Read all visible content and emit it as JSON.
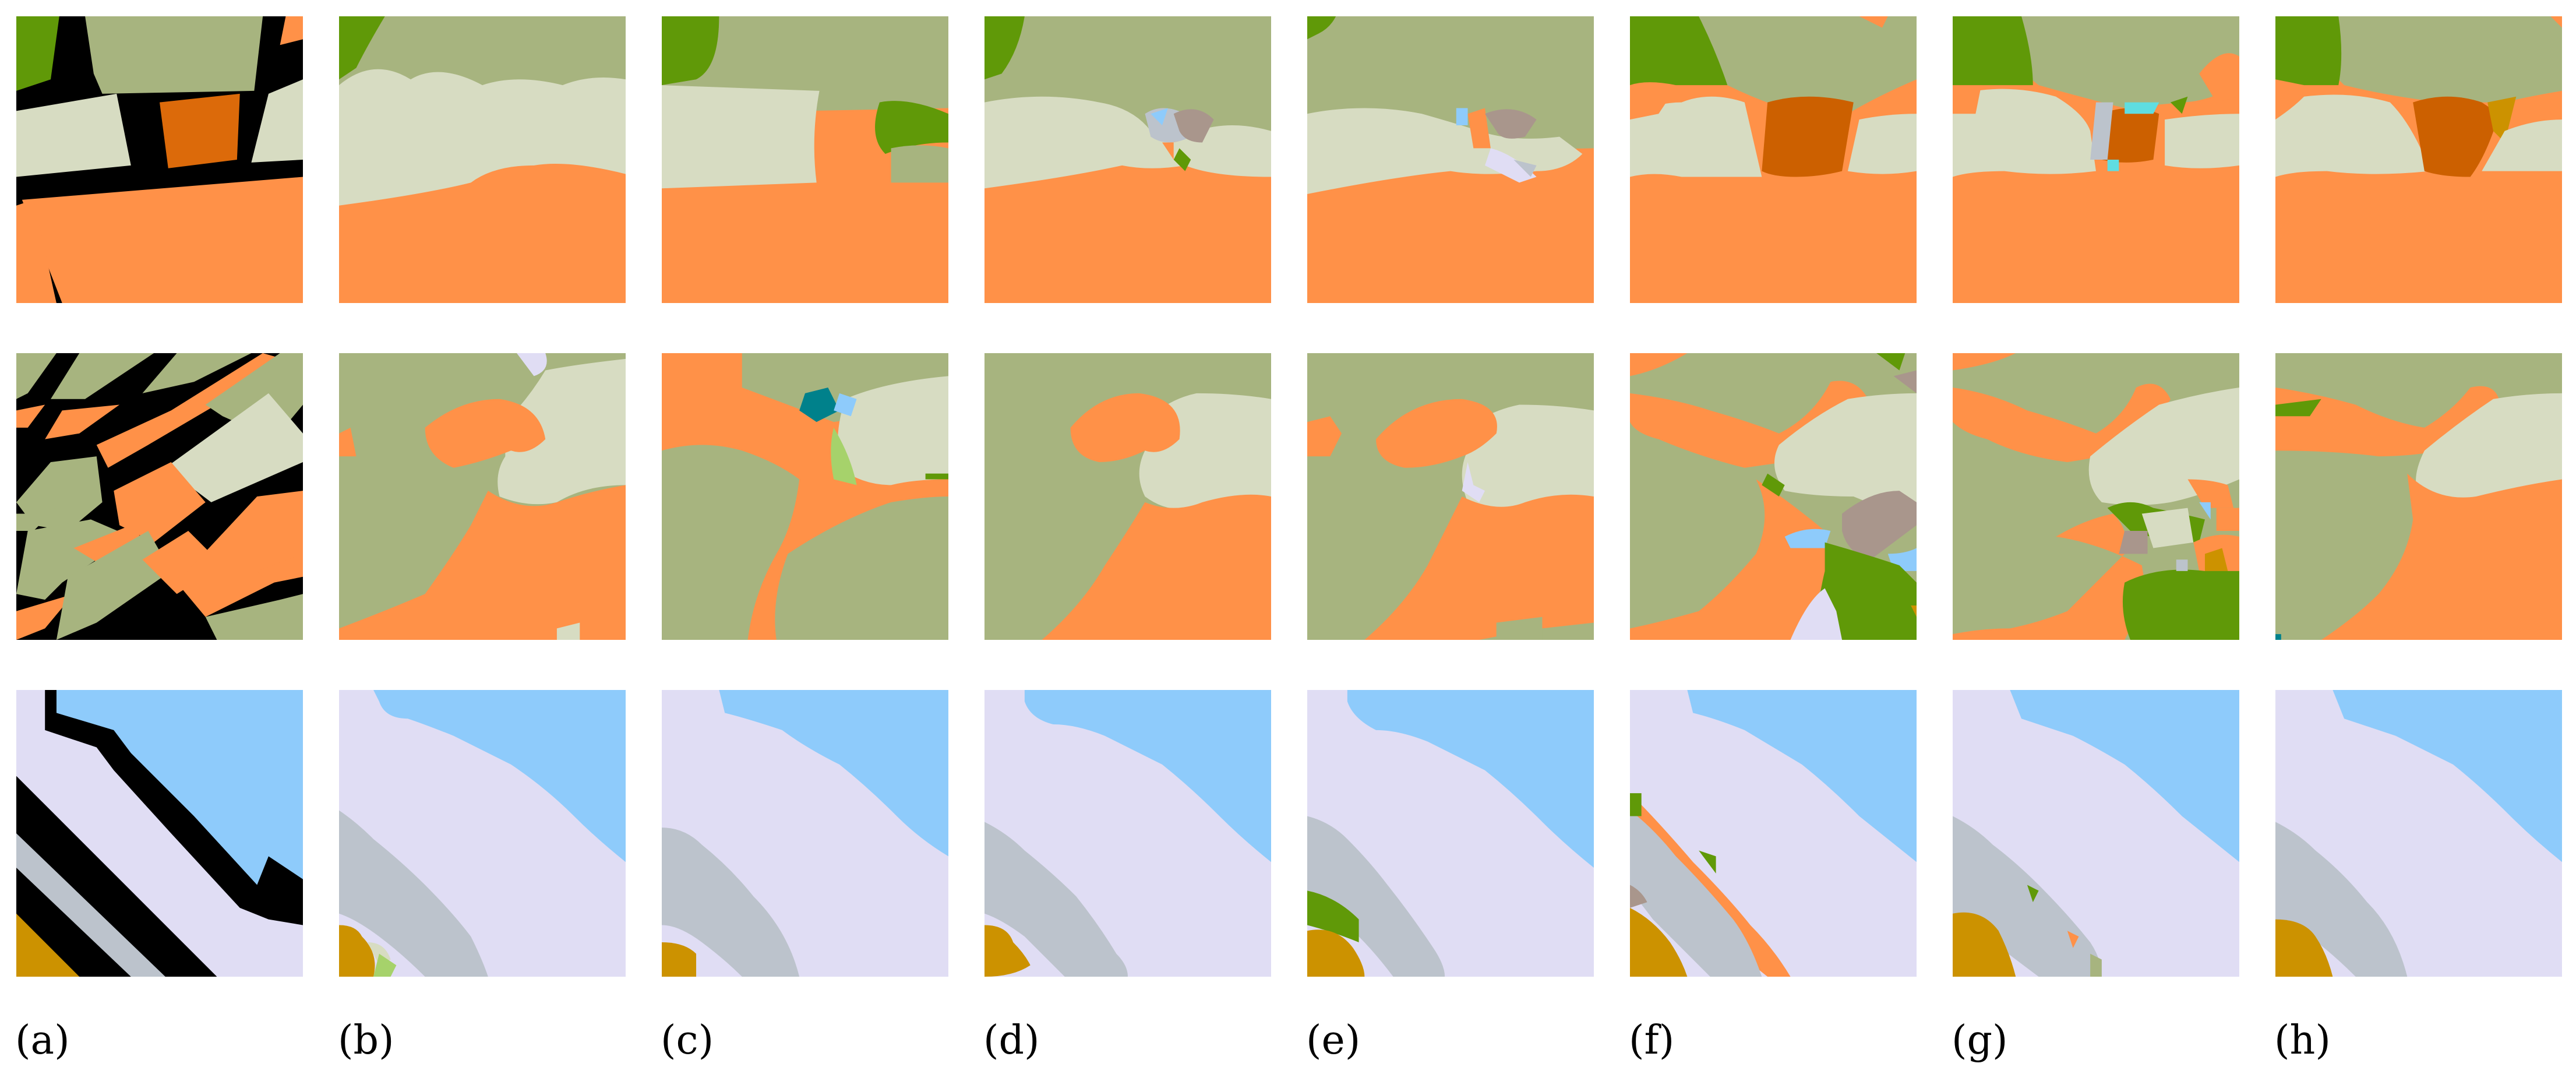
{
  "columns": [
    "(a)",
    "(b)",
    "(c)",
    "(d)",
    "(e)",
    "(f)",
    "(g)",
    "(h)"
  ],
  "colors": {
    "boundary": "#000000",
    "olive_green": "#a7b47f",
    "pale_sage": "#d7dcc2",
    "orange": "#ff9148",
    "dark_orange": "#cc6000",
    "dark_green": "#609908",
    "lavender": "#e0ddf4",
    "sky_blue": "#8ecbfb",
    "gray_blue": "#bcc3cc",
    "mustard": "#cc9200",
    "taupe": "#a9968c",
    "teal": "#00818b",
    "light_green": "#a6d26b",
    "cyan": "#5fdde1"
  }
}
